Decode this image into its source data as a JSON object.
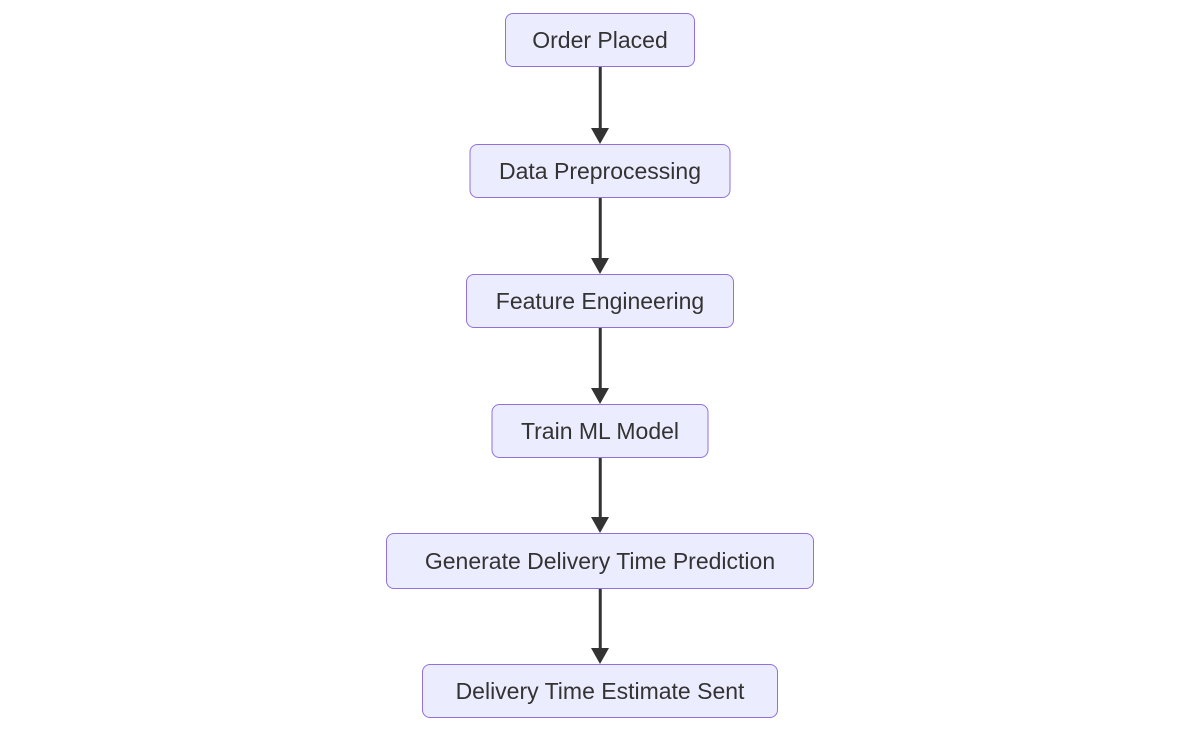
{
  "diagram": {
    "type": "flowchart",
    "direction": "top-down",
    "nodes": [
      {
        "label": "Order Placed"
      },
      {
        "label": "Data Preprocessing"
      },
      {
        "label": "Feature Engineering"
      },
      {
        "label": "Train ML Model"
      },
      {
        "label": "Generate Delivery Time Prediction"
      },
      {
        "label": "Delivery Time Estimate Sent"
      }
    ],
    "edges": [
      {
        "from": "Order Placed",
        "to": "Data Preprocessing"
      },
      {
        "from": "Data Preprocessing",
        "to": "Feature Engineering"
      },
      {
        "from": "Feature Engineering",
        "to": "Train ML Model"
      },
      {
        "from": "Train ML Model",
        "to": "Generate Delivery Time Prediction"
      },
      {
        "from": "Generate Delivery Time Prediction",
        "to": "Delivery Time Estimate Sent"
      }
    ]
  },
  "colors": {
    "node_fill": "#ECECFF",
    "node_border": "#9370DB",
    "text": "#333333",
    "arrow": "#333333",
    "background": "#FFFFFF"
  }
}
